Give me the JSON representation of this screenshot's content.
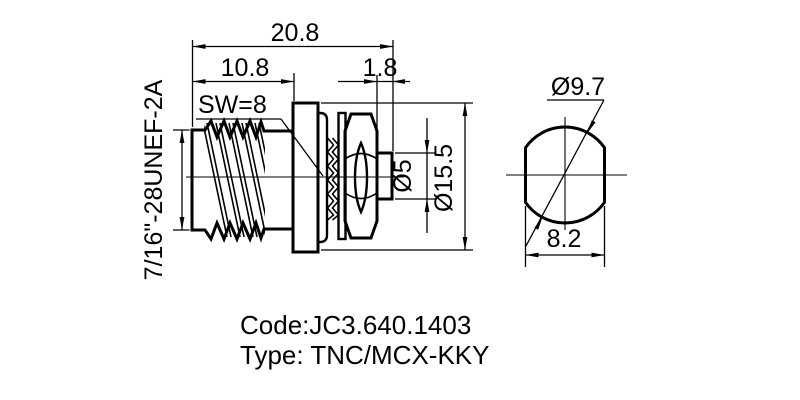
{
  "dimensions": {
    "total_length": "20.8",
    "thread_section_length": "10.8",
    "tip_length": "1.8",
    "wrench_size": "SW=8",
    "thread_spec": "7/16\"-28UNEF-2A",
    "tip_diameter": "Ø5",
    "flange_diameter": "Ø15.5",
    "body_diameter": "Ø9.7",
    "flat_width": "8.2"
  },
  "footer": {
    "code_line": "Code:JC3.640.1403",
    "type_line": "Type: TNC/MCX-KKY"
  },
  "colors": {
    "line": "#000000",
    "background": "#ffffff"
  }
}
